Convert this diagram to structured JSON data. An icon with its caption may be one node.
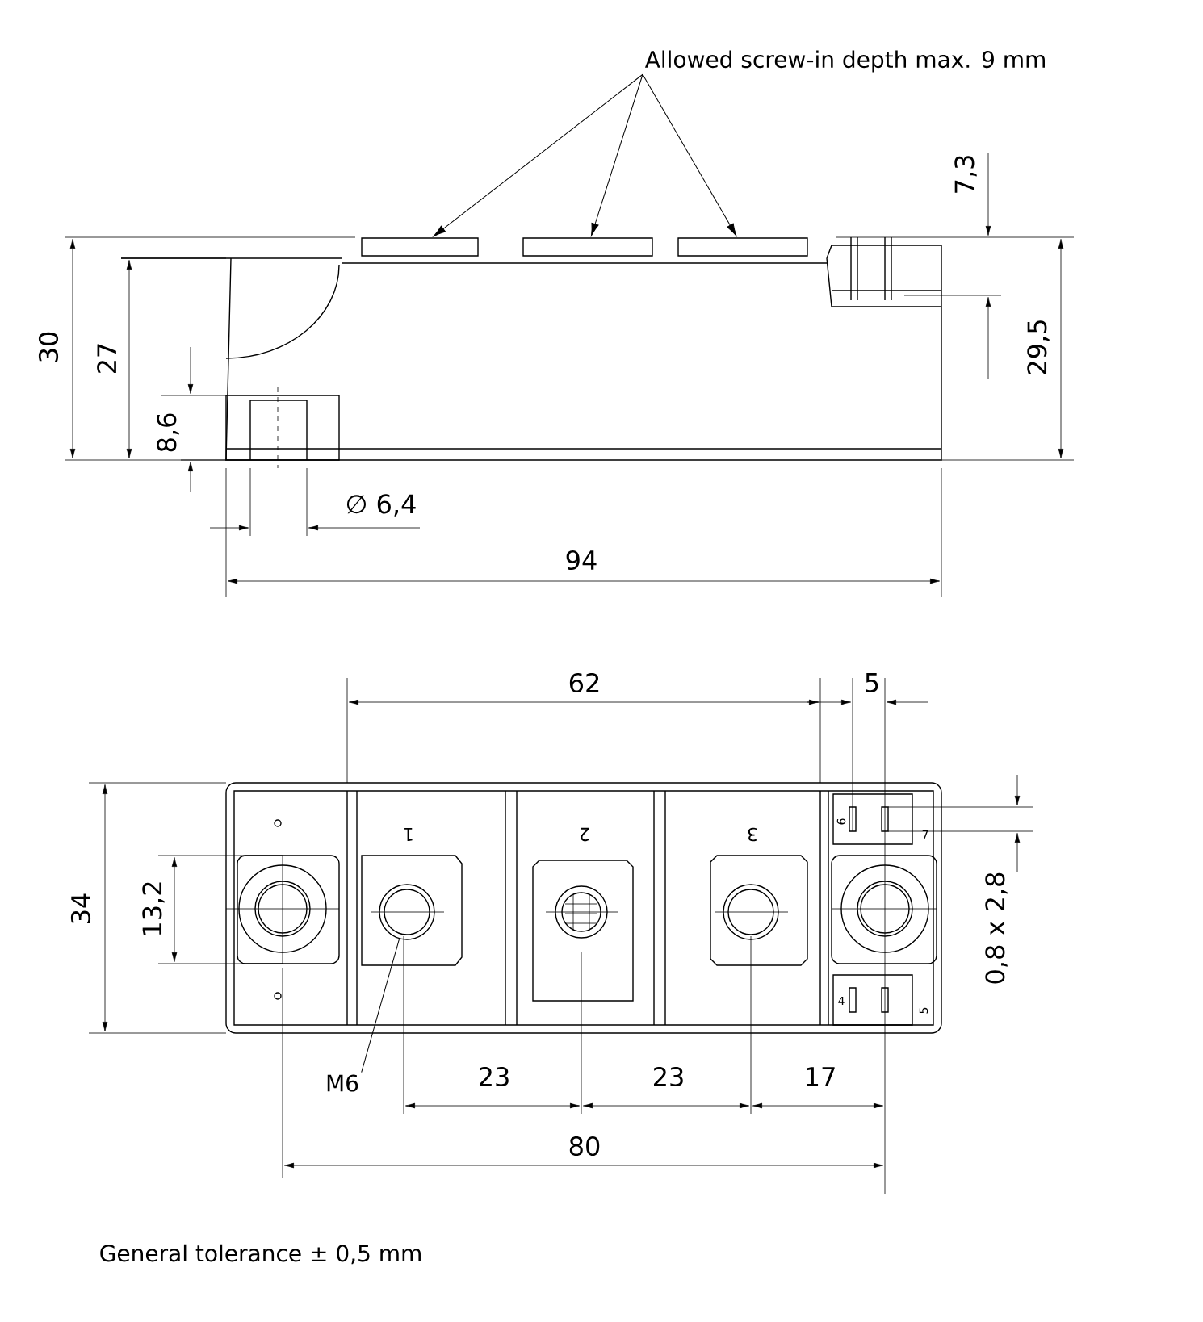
{
  "diagram": {
    "nodes": [
      {
        "text": [
          "Allowed screw-in depth max. 9 mm"
        ]
      },
      {
        "text": [],
        "shape": "box"
      },
      {
        "text": [],
        "shape": "box"
      },
      {
        "text": [],
        "shape": "box"
      },
      {
        "text": [
          "M6"
        ]
      },
      {
        "text": [],
        "shape": "circle"
      }
    ],
    "edges": [
      {
        "from": 0,
        "to": 1,
        "arrow": "to"
      },
      {
        "from": 0,
        "to": 2,
        "arrow": "to"
      },
      {
        "from": 0,
        "to": 3,
        "arrow": "to"
      },
      {
        "from": 4,
        "to": 5,
        "arrow": "none"
      }
    ],
    "labels": [
      "7,3",
      "30",
      "27",
      "29,5",
      "8,6",
      "∅ 6,4",
      "94",
      "62",
      "5",
      "1",
      "2",
      "3",
      "6",
      "7",
      "34",
      "13,2",
      "0,8 x 2,8",
      "4",
      "5",
      "23",
      "23",
      "17",
      "80",
      "General tolerance ± 0,5 mm"
    ]
  }
}
